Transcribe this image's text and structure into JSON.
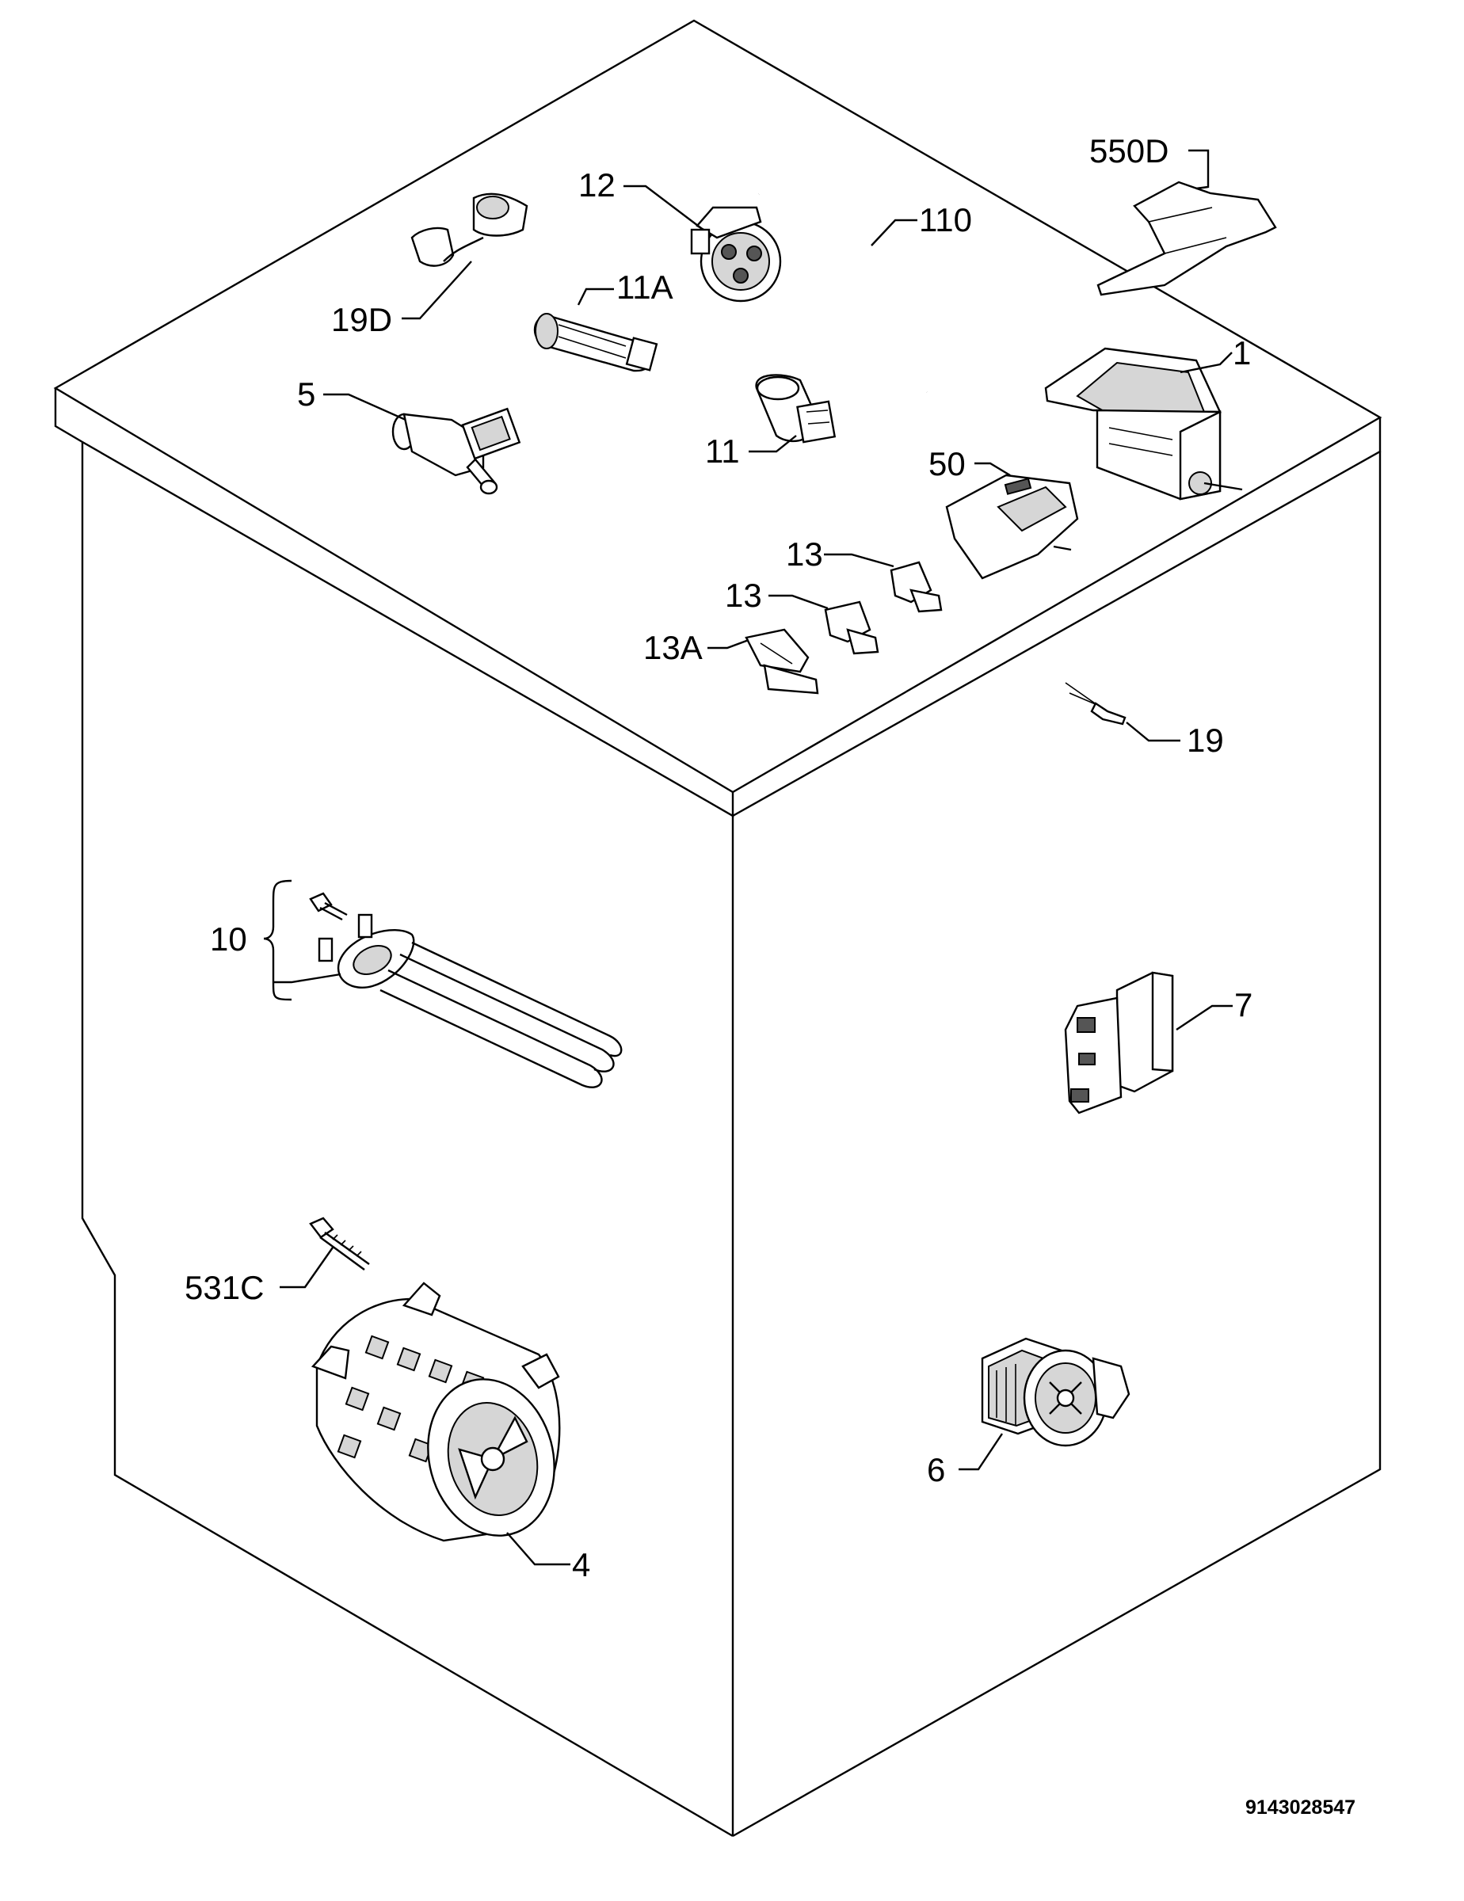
{
  "diagram": {
    "document_number": "9143028547",
    "labels": {
      "p550D": "550D",
      "p12": "12",
      "p110": "110",
      "p19D": "19D",
      "p11A": "11A",
      "p5": "5",
      "p1": "1",
      "p11": "11",
      "p50": "50",
      "p13a": "13",
      "p13b": "13",
      "p13A": "13A",
      "p19": "19",
      "p10": "10",
      "p7": "7",
      "p531C": "531C",
      "p6": "6",
      "p4": "4"
    }
  }
}
